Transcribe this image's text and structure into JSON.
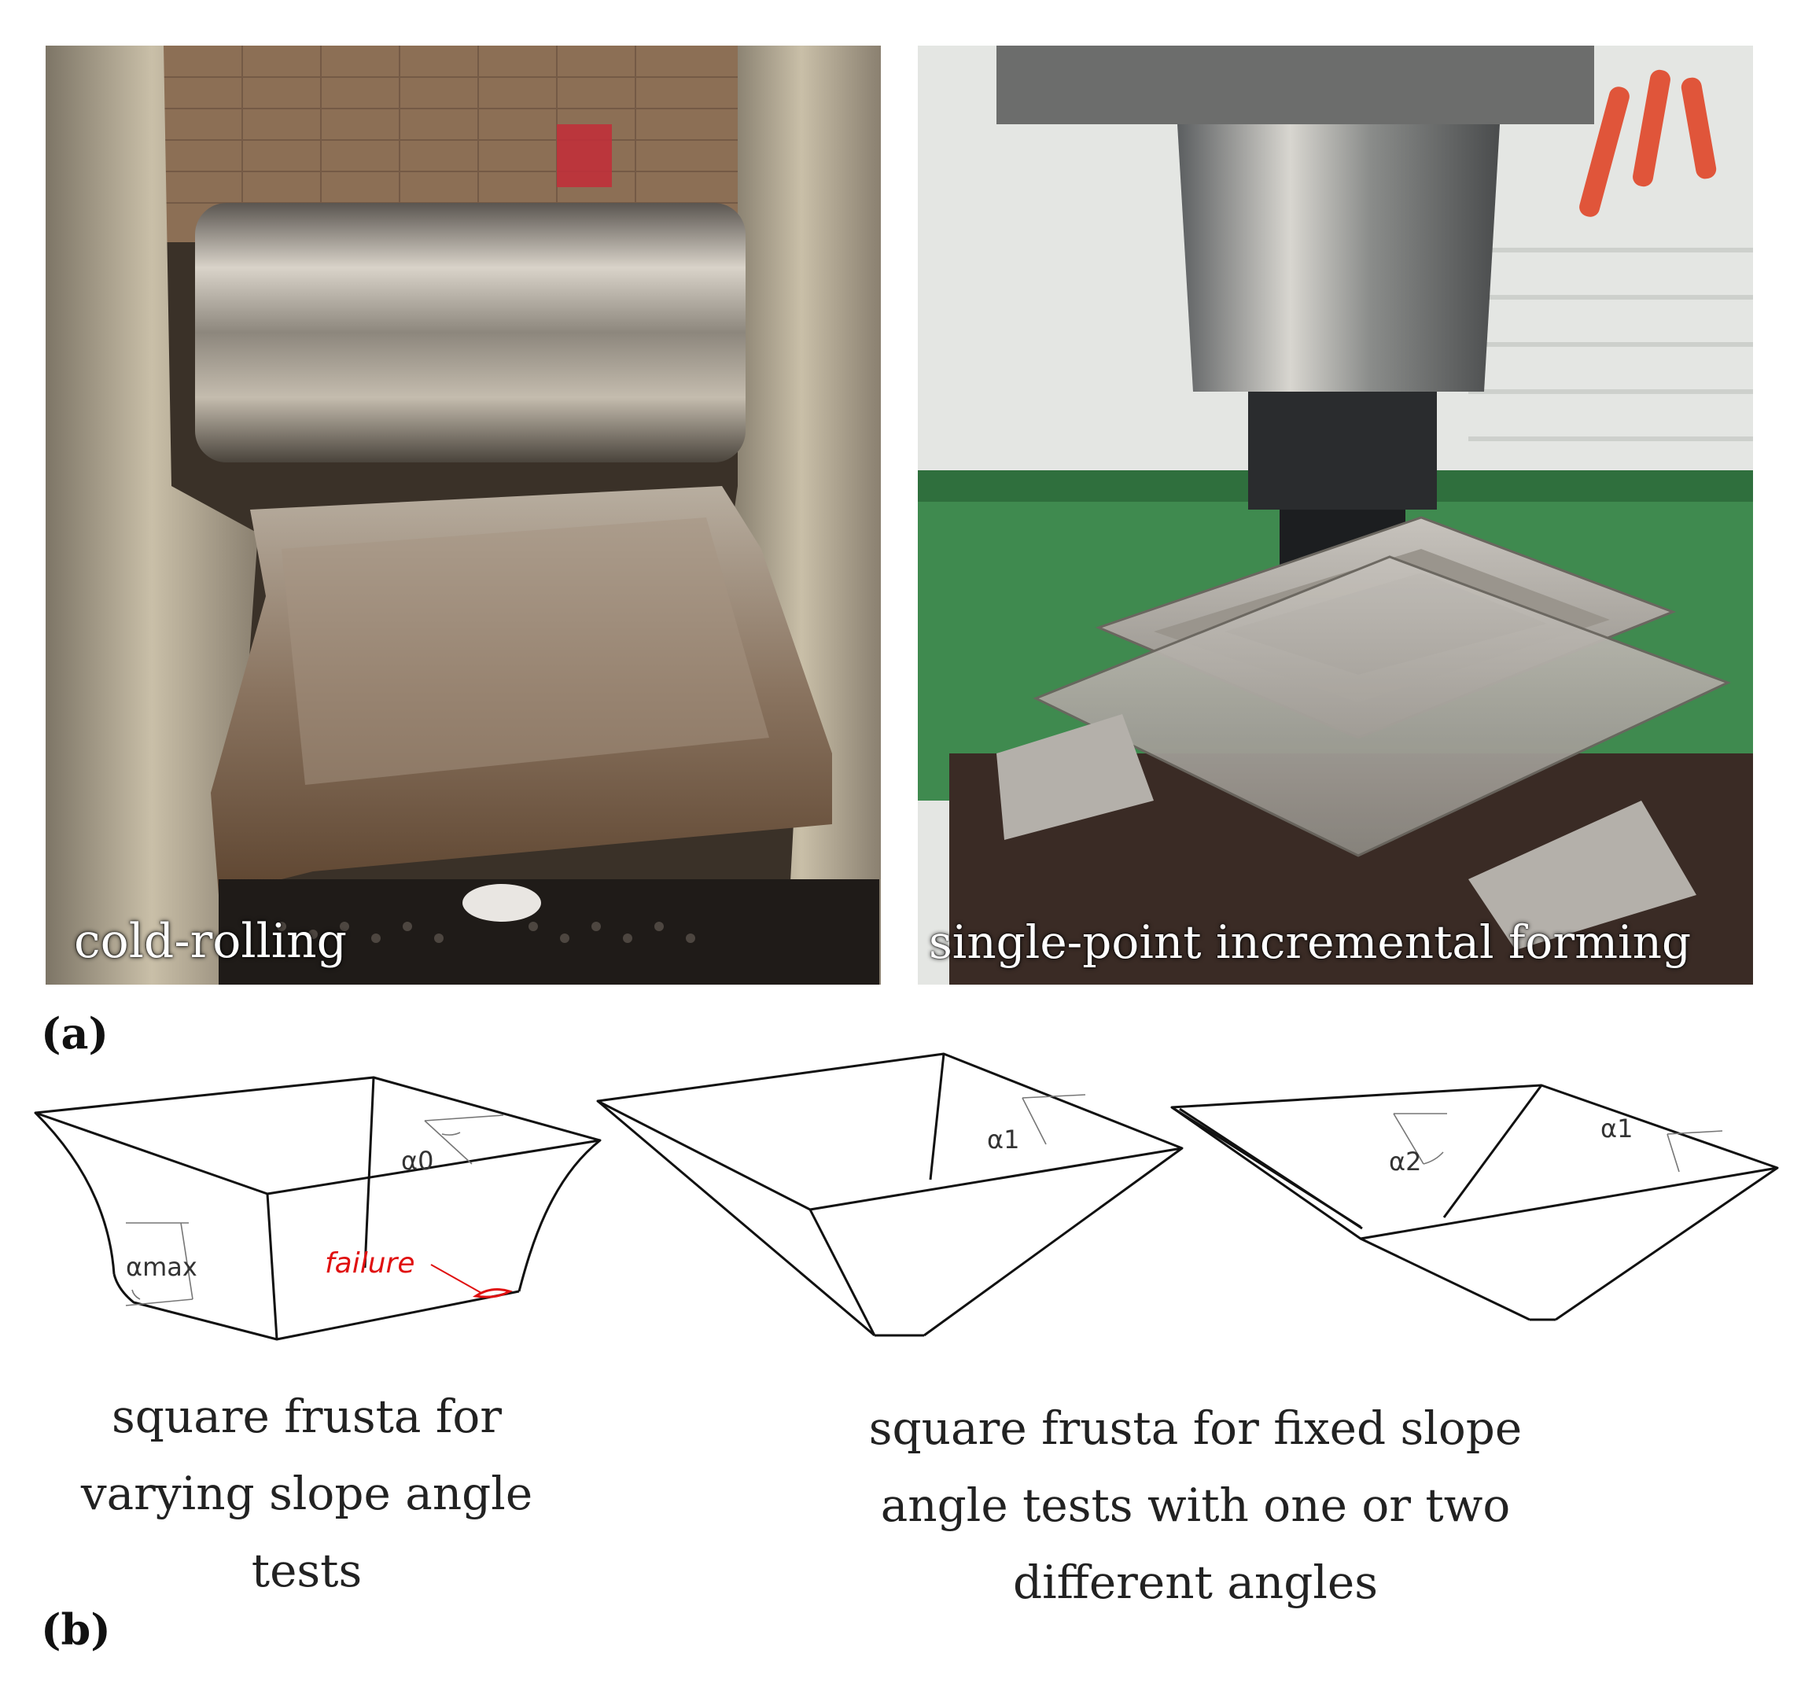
{
  "panel_a": {
    "label": "(a)",
    "left_photo_caption": "cold-rolling",
    "right_photo_caption": "single-point incremental forming"
  },
  "panel_b": {
    "label": "(b)",
    "frustum_varying": {
      "angle_top": "α0",
      "angle_side": "αmax",
      "failure_label": "failure",
      "failure_color": "#e01010"
    },
    "frustum_fixed_one": {
      "angle": "α1"
    },
    "frustum_fixed_two": {
      "angle_left": "α2",
      "angle_right": "α1"
    },
    "desc_left_lines": [
      "square frusta for",
      "varying slope angle",
      "tests"
    ],
    "desc_right_lines": [
      "square frusta for fixed slope",
      "angle tests with one or two",
      "different angles"
    ]
  }
}
